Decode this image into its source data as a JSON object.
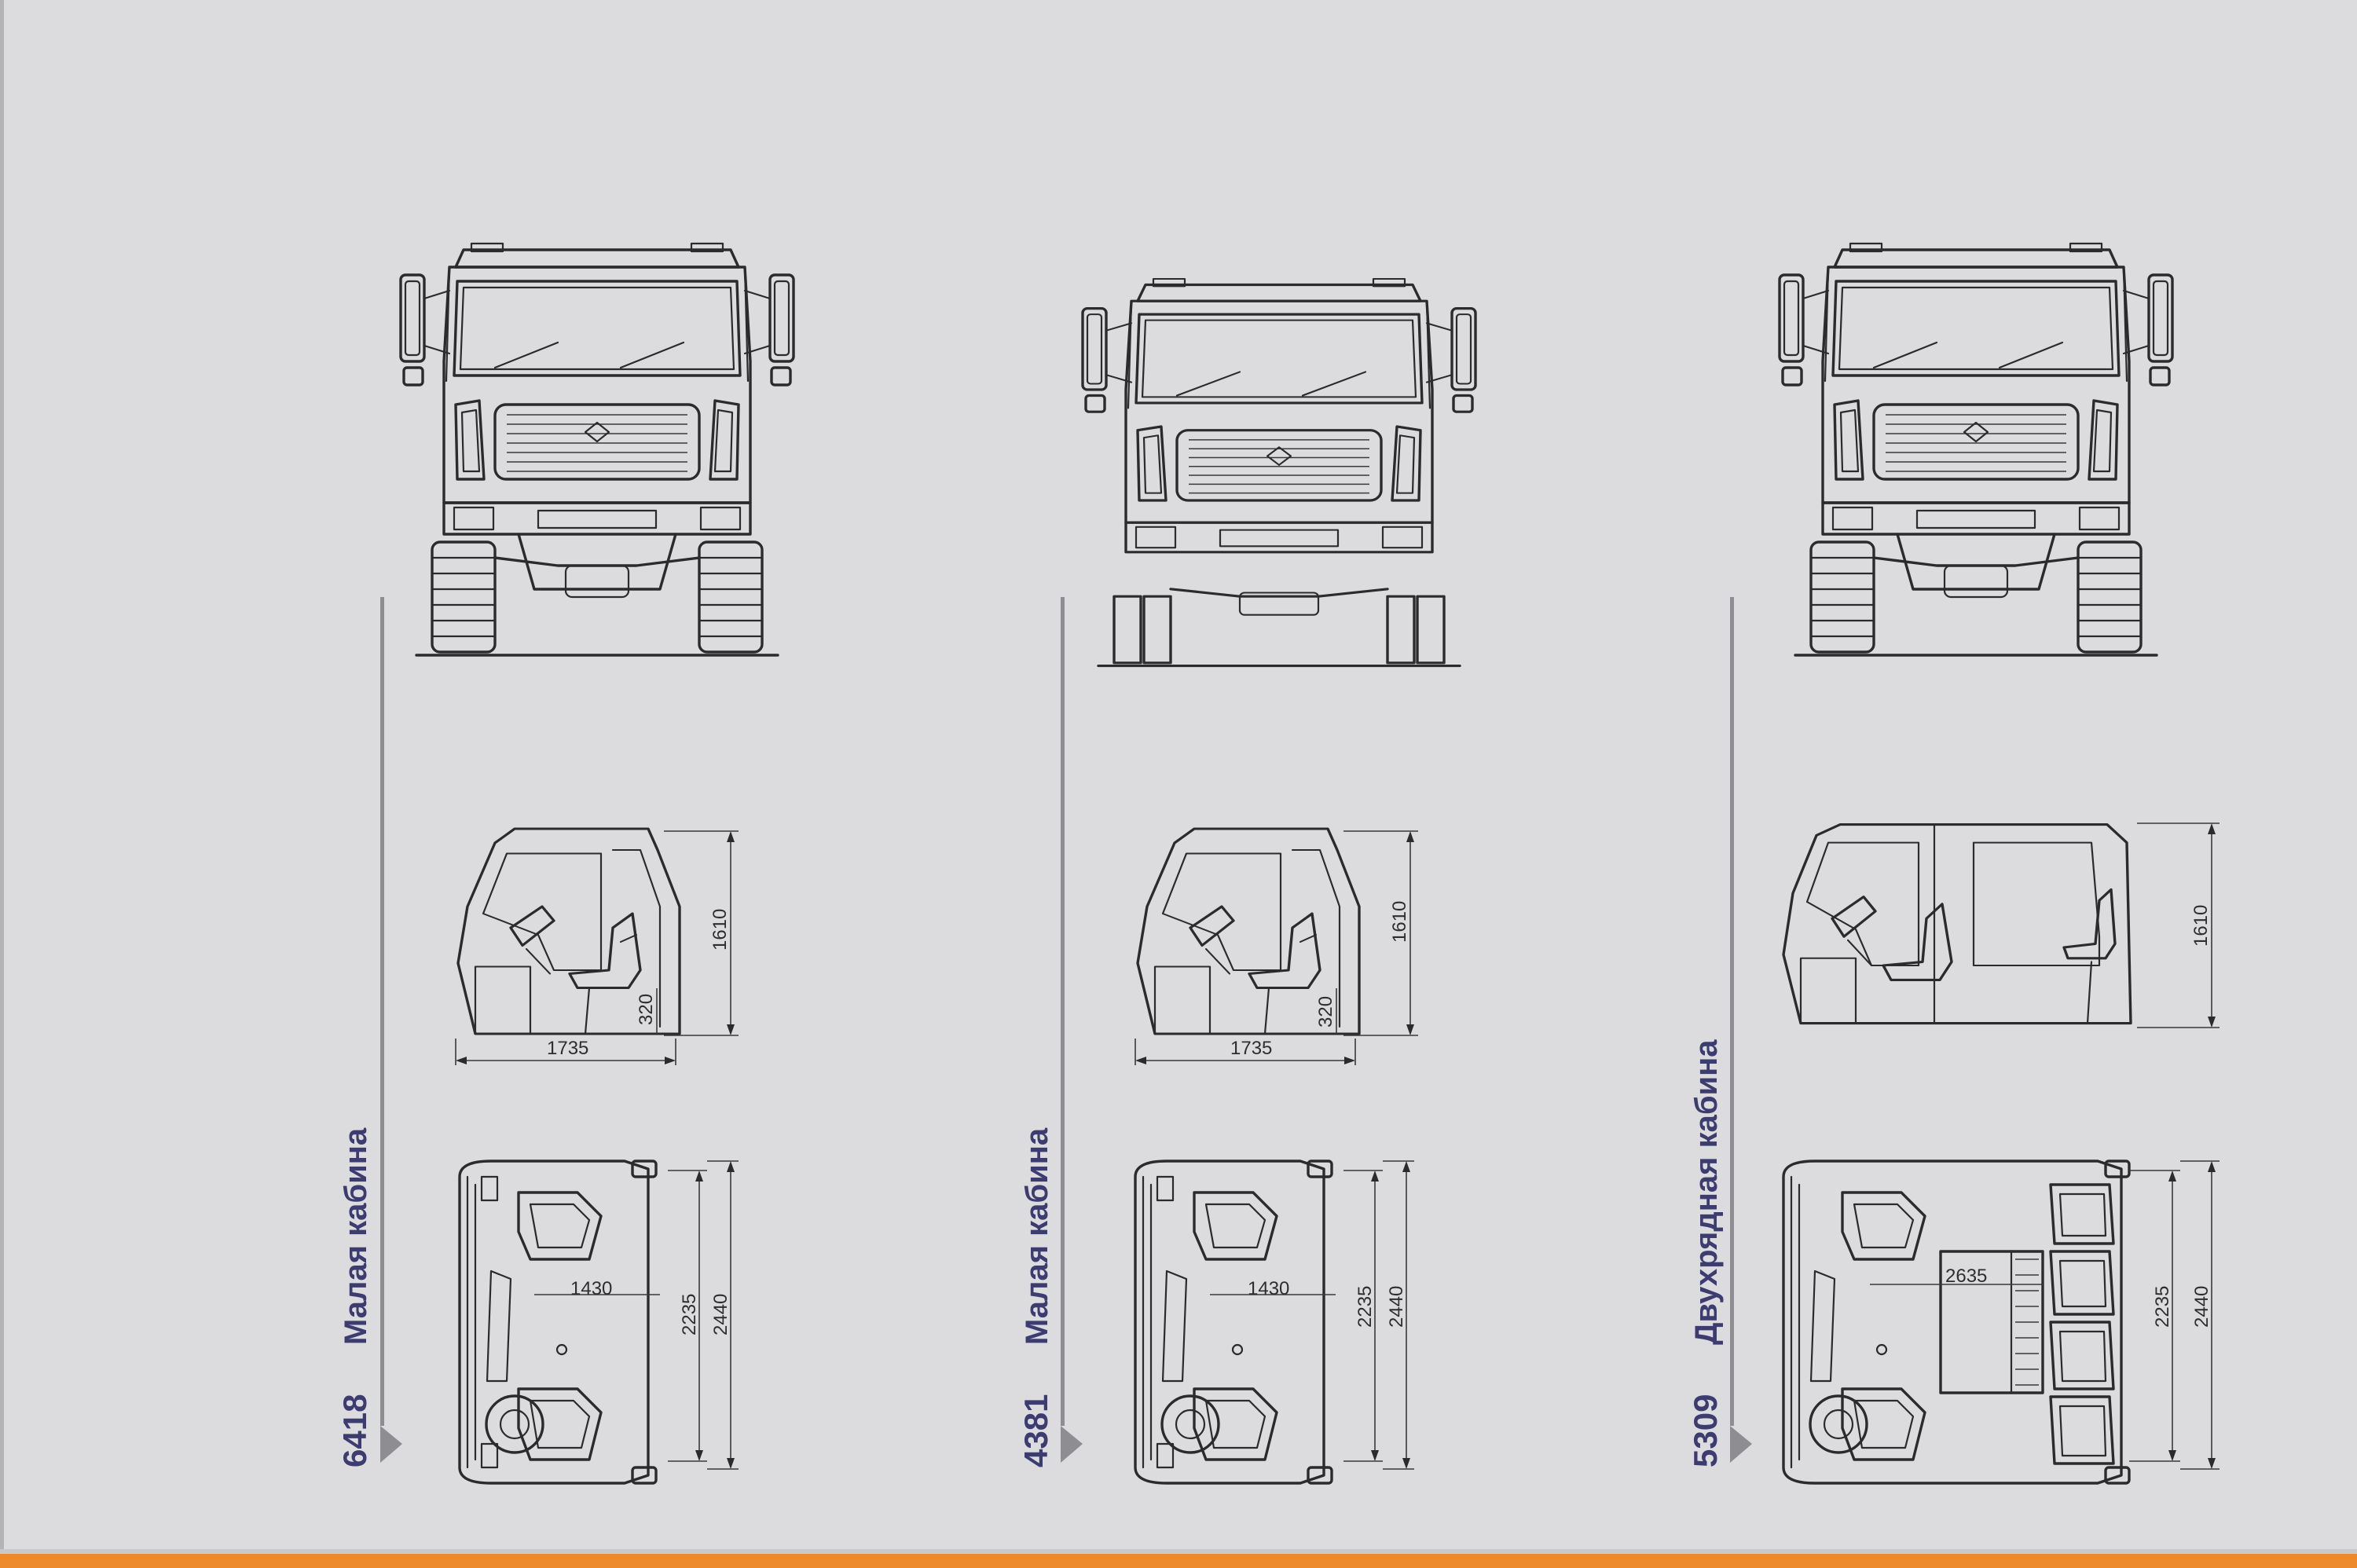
{
  "cabs": [
    {
      "model": "6418",
      "cab_name": "Малая кабина",
      "side_height": "1610",
      "side_floor": "320",
      "side_length": "1735",
      "plan_width": "1430",
      "plan_inner": "2235",
      "plan_outer": "2440"
    },
    {
      "model": "4381",
      "cab_name": "Малая кабина",
      "side_height": "1610",
      "side_floor": "320",
      "side_length": "1735",
      "plan_width": "1430",
      "plan_inner": "2235",
      "plan_outer": "2440"
    },
    {
      "model": "5309",
      "cab_name": "Двухрядная кабина",
      "side_height": "1610",
      "side_length": "",
      "plan_width": "2635",
      "plan_inner": "2235",
      "plan_outer": "2440"
    }
  ],
  "colors": {
    "background": "#dcdcde",
    "accent_band": "#ec8a2c",
    "label_text": "#3c3c70",
    "line_art": "#2b2b2e"
  }
}
